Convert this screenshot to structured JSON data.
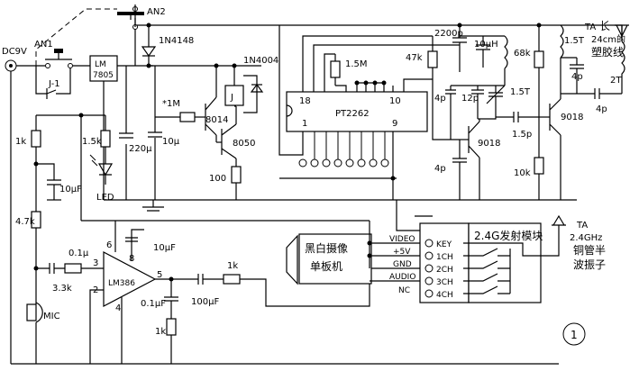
{
  "power": {
    "source": "DC9V",
    "switch1": "AN1",
    "switch2": "AN2",
    "relay_contact": "J-1",
    "regulator_top": "LM",
    "regulator_bottom": "7805"
  },
  "diodes": {
    "d1": "1N4148",
    "d2": "1N4004",
    "led": "LED"
  },
  "relay": "J",
  "transistors": {
    "q1": "8014",
    "q2": "8050",
    "q3": "9018",
    "q4": "9018"
  },
  "ic_encoder": {
    "name": "PT2262",
    "pin18": "18",
    "pin10": "10",
    "pin1": "1",
    "pin9": "9"
  },
  "ic_amp": {
    "name": "LM386",
    "pin6": "6",
    "pin8": "8",
    "pin3": "3",
    "pin5": "5",
    "pin2": "2",
    "pin4": "4"
  },
  "resistors": {
    "r_1m_star": "*1M",
    "r100": "100",
    "r1_5m": "1.5M",
    "r47k": "47k",
    "r68k": "68k",
    "r10k": "10k",
    "r1k_a": "1k",
    "r1_5k": "1.5k",
    "r4_7k": "4.7k",
    "r3_3k": "3.3k",
    "r1k_b": "1k",
    "r1k_c": "1k"
  },
  "capacitors": {
    "c220u": "220μ",
    "c10u_a": "10μ",
    "c2200p": "2200p",
    "c10uH": "10μH",
    "c4p_a": "4p",
    "c12p": "12p",
    "c1_5t_a": "1.5T",
    "c1_5t_b": "1.5T",
    "c4p_b": "4p",
    "c1_5p": "1.5p",
    "c4p_c": "4p",
    "c4p_d": "4p",
    "c10uF_a": "10μF",
    "c0_1u_a": "0.1μ",
    "c10uF_b": "10μF",
    "c0_1uF": "0.1μF",
    "c100uF": "100μF",
    "coil_2t": "2T"
  },
  "antenna1": {
    "tag": "TA",
    "line1": "长",
    "line2": "24cm的",
    "line3": "塑胶线"
  },
  "camera": {
    "line1": "黑白摄像",
    "line2": "单板机"
  },
  "camera_io": {
    "video": "VIDEO",
    "v5": "+5V",
    "gnd": "GND",
    "audio": "AUDIO",
    "nc": "NC"
  },
  "tx_module": {
    "title": "2.4G发射模块",
    "pins": [
      "KEY",
      "1CH",
      "2CH",
      "3CH",
      "4CH"
    ]
  },
  "antenna2": {
    "tag": "TA",
    "line1": "2.4GHz",
    "line2": "铜管半",
    "line3": "波振子"
  },
  "mic": "MIC",
  "figure_number": "1"
}
